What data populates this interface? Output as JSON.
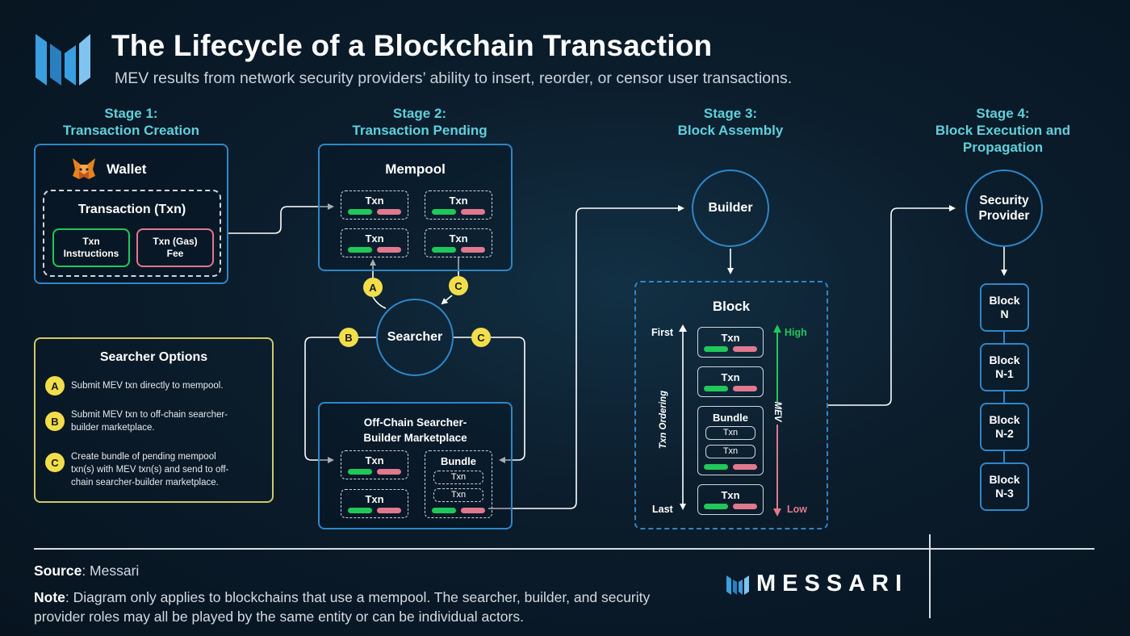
{
  "header": {
    "title": "The Lifecycle of a Blockchain Transaction",
    "subtitle": "MEV results from network security providers’ ability to insert, reorder, or censor user transactions."
  },
  "stages": [
    {
      "line1": "Stage 1:",
      "line2": "Transaction Creation",
      "line3": ""
    },
    {
      "line1": "Stage 2:",
      "line2": "Transaction Pending",
      "line3": ""
    },
    {
      "line1": "Stage 3:",
      "line2": "Block Assembly",
      "line3": ""
    },
    {
      "line1": "Stage 4:",
      "line2": "Block Execution and",
      "line3": "Propagation"
    }
  ],
  "wallet": {
    "label": "Wallet",
    "icon": "fox-icon",
    "transaction_title": "Transaction (Txn)",
    "instructions_line1": "Txn",
    "instructions_line2": "Instructions",
    "fee_line1": "Txn (Gas)",
    "fee_line2": "Fee"
  },
  "mempool": {
    "title": "Mempool",
    "txns": [
      "Txn",
      "Txn",
      "Txn",
      "Txn"
    ]
  },
  "searcher": {
    "label": "Searcher",
    "badges": [
      "A",
      "B",
      "C",
      "C"
    ]
  },
  "marketplace": {
    "title_line1": "Off-Chain Searcher-",
    "title_line2": "Builder Marketplace",
    "txns": [
      "Txn",
      "Txn"
    ],
    "bundle_label": "Bundle",
    "bundle_txns": [
      "Txn",
      "Txn"
    ]
  },
  "searcher_options": {
    "title": "Searcher Options",
    "items": [
      {
        "badge": "A",
        "text": "Submit MEV txn directly to mempool."
      },
      {
        "badge": "B",
        "line1": "Submit MEV txn to off-chain searcher-",
        "line2": "builder marketplace."
      },
      {
        "badge": "C",
        "line1": "Create bundle of pending mempool",
        "line2": "txn(s) with MEV txn(s) and send to off-",
        "line3": "chain searcher-builder marketplace."
      }
    ]
  },
  "builder": {
    "label": "Builder"
  },
  "block": {
    "title": "Block",
    "first_label": "First",
    "last_label": "Last",
    "ordering_label": "Txn Ordering",
    "high_label": "High",
    "low_label": "Low",
    "mev_label": "MEV",
    "txns": [
      "Txn",
      "Txn",
      "Txn"
    ],
    "bundle_label": "Bundle",
    "bundle_txns": [
      "Txn",
      "Txn"
    ]
  },
  "security_provider": {
    "line1": "Security",
    "line2": "Provider"
  },
  "chain": [
    {
      "line1": "Block",
      "line2": "N"
    },
    {
      "line1": "Block",
      "line2": "N-1"
    },
    {
      "line1": "Block",
      "line2": "N-2"
    },
    {
      "line1": "Block",
      "line2": "N-3"
    }
  ],
  "footer": {
    "source_label": "Source",
    "source_value": ": Messari",
    "note_label": "Note",
    "note_line1": ": Diagram only applies to blockchains that use a mempool. The searcher, builder, and security",
    "note_line2": "provider roles may all be played by the same entity or can be individual actors.",
    "brand": "MESSARI"
  },
  "colors": {
    "accent": "#2f86c7",
    "stage_text": "#5fd0dc",
    "green": "#20c85a",
    "pink": "#e0788e",
    "badge": "#f2de4a",
    "options_border": "#cfc86a"
  }
}
